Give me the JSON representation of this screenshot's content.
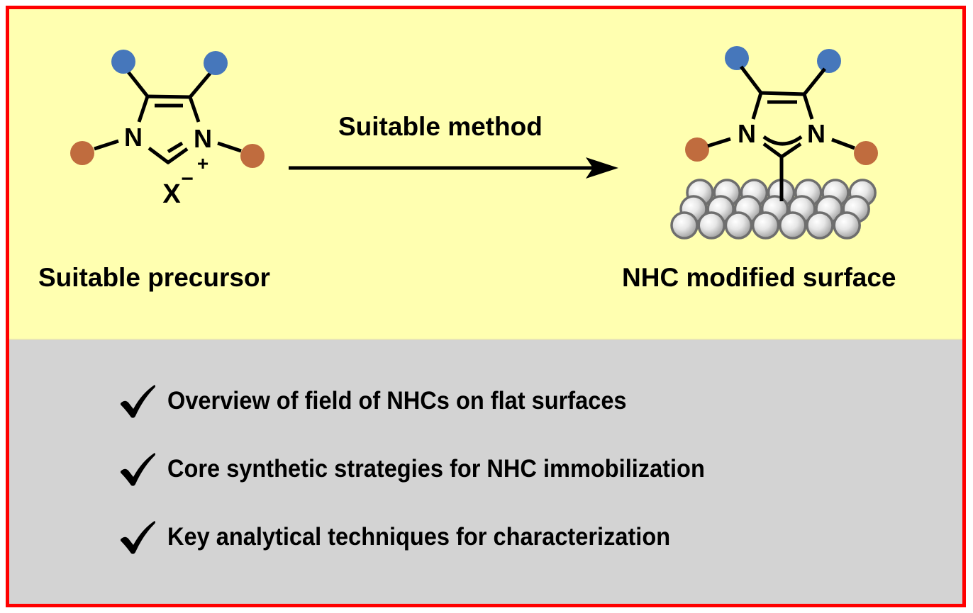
{
  "scheme": {
    "reagent_label": "Suitable method",
    "precursor_label": "Suitable precursor",
    "product_label": "NHC modified surface",
    "precursor_atoms": {
      "n_left": "N",
      "n_right": "N",
      "charge_plus": "+",
      "counterion": "X",
      "counterion_charge": "−"
    },
    "product_atoms": {
      "n_left": "N",
      "n_right": "N"
    },
    "colors": {
      "frame": "#ff0000",
      "top_background": "#ffffb0",
      "bottom_background": "#d3d3d3",
      "backbone_substituent": "#4677bb",
      "nitrogen_substituent": "#c06c3e",
      "surface_atom_stroke": "#6e6e6e"
    }
  },
  "highlights": [
    {
      "icon": "checkmark-icon",
      "text": "Overview of field of NHCs on flat surfaces"
    },
    {
      "icon": "checkmark-icon",
      "text": "Core synthetic strategies for NHC immobilization"
    },
    {
      "icon": "checkmark-icon",
      "text": "Key analytical techniques for characterization"
    }
  ]
}
